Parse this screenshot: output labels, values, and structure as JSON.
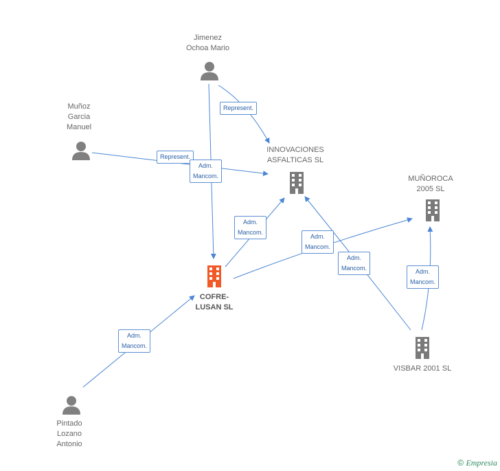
{
  "nodes": {
    "jimenez": {
      "label": "Jimenez\nOchoa Mario",
      "kind": "person"
    },
    "munoz": {
      "label": "Muñoz\nGarcia\nManuel",
      "kind": "person"
    },
    "pintado": {
      "label": "Pintado\nLozano\nAntonio",
      "kind": "person"
    },
    "innovaciones": {
      "label": "INNOVACIONES\nASFALTICAS SL",
      "kind": "company"
    },
    "munoroca": {
      "label": "MUÑOROCA\n2005 SL",
      "kind": "company"
    },
    "cofre": {
      "label": "COFRE-\nLUSAN SL",
      "kind": "company-focus"
    },
    "visbar": {
      "label": "VISBAR 2001 SL",
      "kind": "company"
    }
  },
  "edges": {
    "e1": "Represent.",
    "e2": "Represent.",
    "e3": "Adm.\nMancom.",
    "e4": "Adm.\nMancom.",
    "e5": "Adm.\nMancom.",
    "e6": "Adm.\nMancom.",
    "e7": "Adm.\nMancom.",
    "e8": "Adm.\nMancom."
  },
  "colors": {
    "edge": "#4a86d4",
    "person": "#808080",
    "company": "#7a7a7a",
    "focus": "#f05a28"
  },
  "footer": {
    "copyright": "©",
    "brand": "Empresia"
  }
}
